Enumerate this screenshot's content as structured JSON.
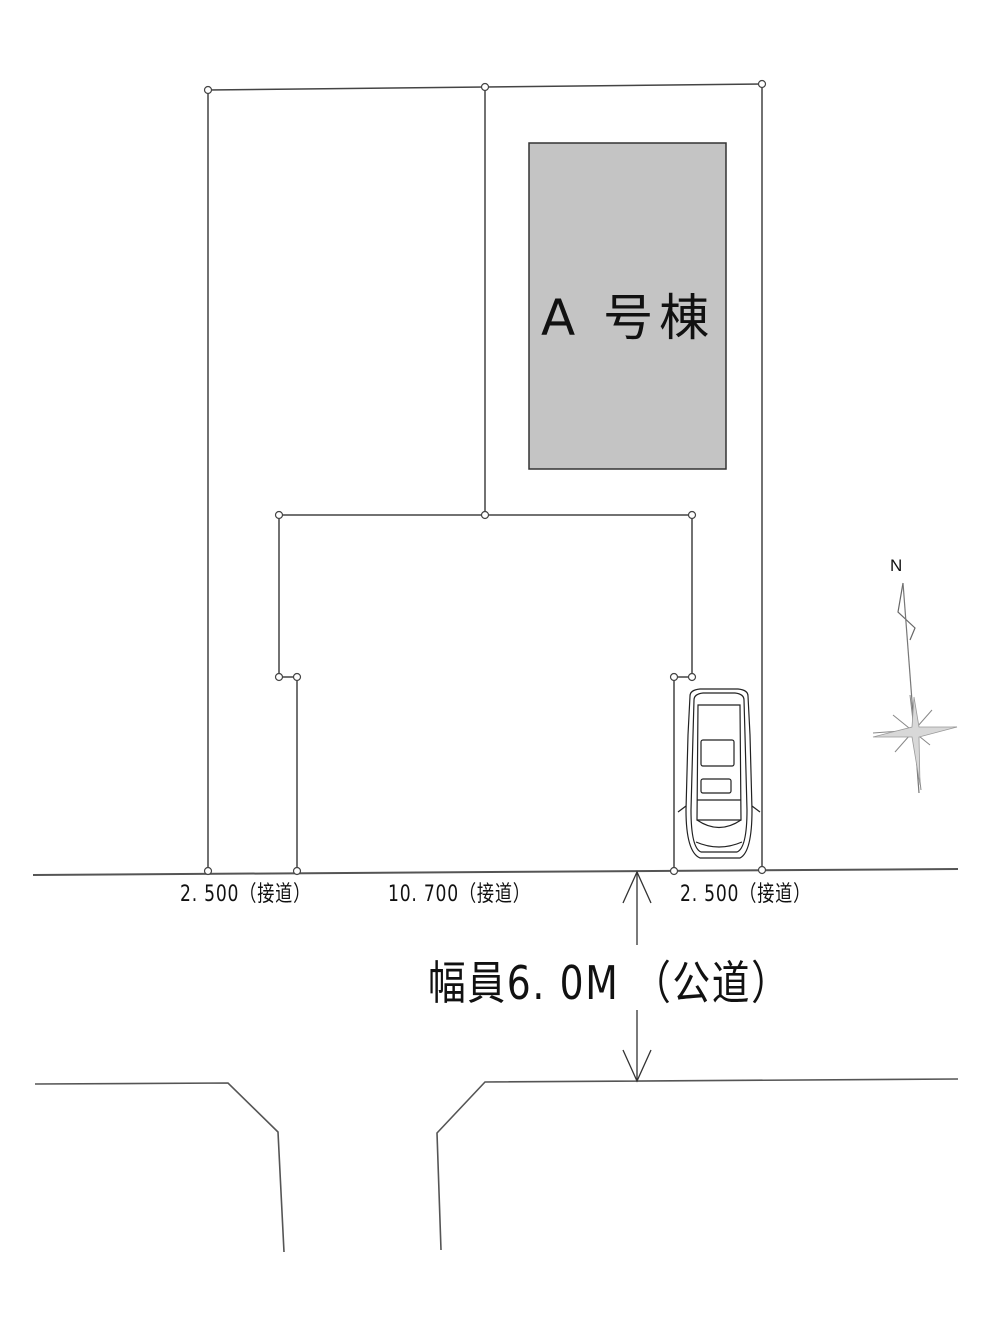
{
  "plan": {
    "building": {
      "label": "A 号棟",
      "fill": "#c4c4c4"
    },
    "frontages": [
      {
        "value": "2.500",
        "note": "（接道）",
        "text": "2. 500（接道）"
      },
      {
        "value": "10.700",
        "note": "（接道）",
        "text": "10. 700（接道）"
      },
      {
        "value": "2.500",
        "note": "（接道）",
        "text": "2. 500（接道）"
      }
    ],
    "road": {
      "text": "幅員6. 0M （公道）",
      "width": "6.0M",
      "type": "公道"
    },
    "compass": {
      "label": "N"
    },
    "icons": {
      "car": "car-top-view-icon",
      "compass": "north-arrow-icon"
    }
  }
}
